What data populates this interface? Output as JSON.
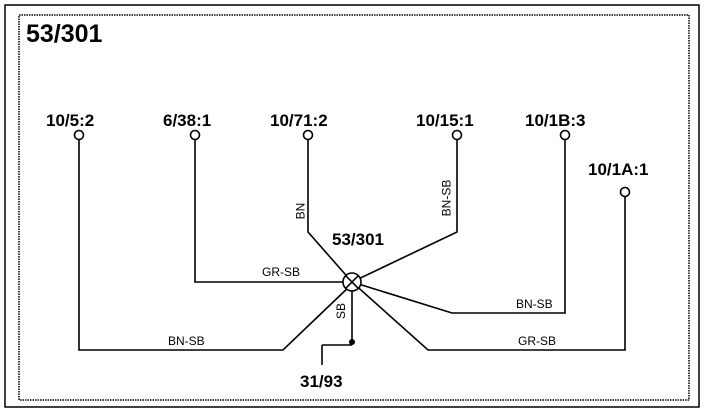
{
  "frame_title": "53/301",
  "connectors": {
    "c1": "10/5:2",
    "c2": "6/38:1",
    "c3": "10/71:2",
    "c4": "10/15:1",
    "c5": "10/1B:3",
    "c6": "10/1A:1"
  },
  "splice_label": "53/301",
  "ground_label": "31/93",
  "wire_labels": {
    "w_bn": "BN",
    "w_bnsb_top": "BN-SB",
    "w_grsb_left": "GR-SB",
    "w_bnsb_right": "BN-SB",
    "w_sb": "SB",
    "w_bnsb_bottom": "BN-SB",
    "w_grsb_bottom": "GR-SB"
  }
}
